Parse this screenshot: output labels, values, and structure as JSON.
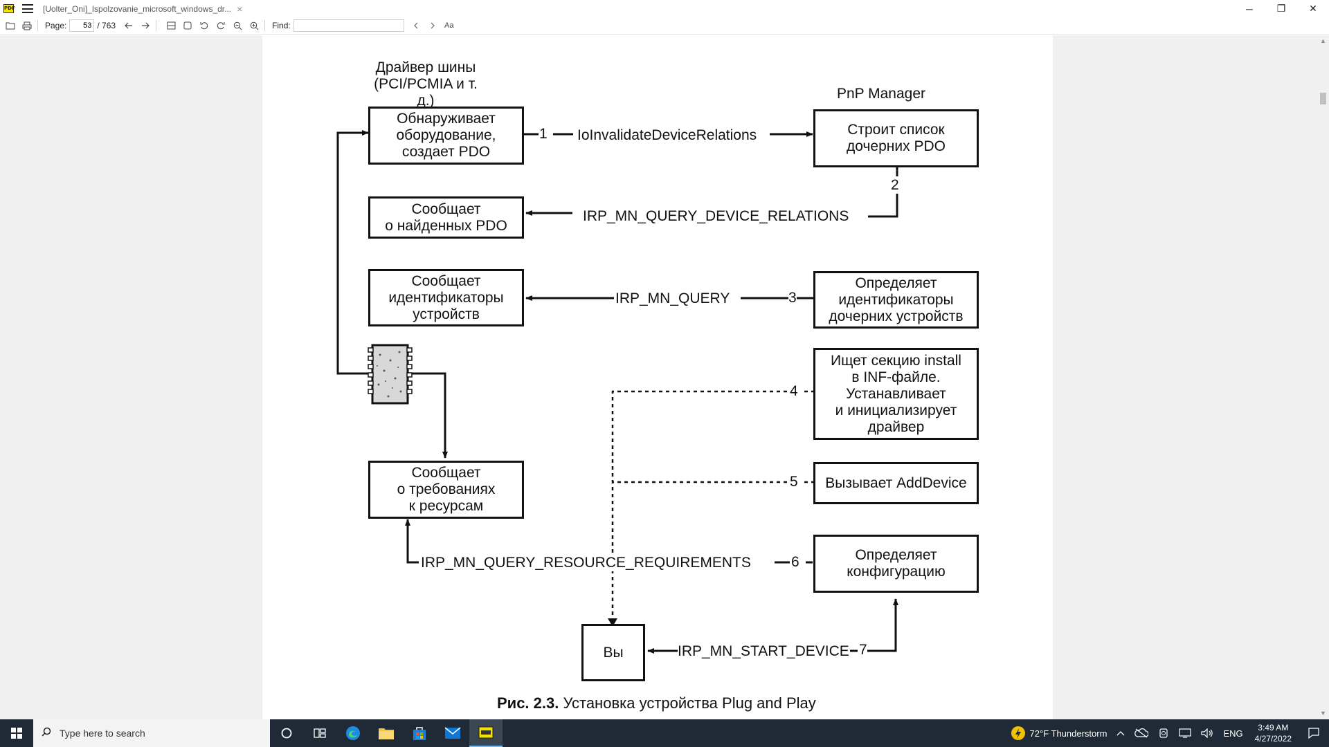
{
  "titlebar": {
    "app_icon": "PDF",
    "tab_title": "[Uolter_Oni]_Ispolzovanie_microsoft_windows_dr...",
    "tab_close": "×",
    "minimize": "─",
    "restore": "❐",
    "close": "✕"
  },
  "toolbar": {
    "page_label": "Page:",
    "page_value": "53",
    "page_total": "/ 763",
    "find_label": "Find:",
    "find_value": "",
    "match_case": "Aa"
  },
  "figure": {
    "bus_driver_header": "Драйвер шины\n(PCI/PCMIA и т. д.)",
    "pnp_header": "PnP Manager",
    "box_detect": "Обнаруживает\nоборудование,\nсоздает PDO",
    "box_report_pdo": "Сообщает\nо найденных PDO",
    "box_report_ids": "Сообщает\nидентификаторы\nустройств",
    "box_report_res": "Сообщает\nо требованиях\nк ресурсам",
    "box_build_list": "Строит список\nдочерних PDO",
    "box_define_ids": "Определяет\nидентификаторы\nдочерних устройств",
    "box_inf": "Ищет секцию install\nв INF-файле.\nУстанавливает\nи инициализирует\nдрайвер",
    "box_adddevice": "Вызывает AddDevice",
    "box_config": "Определяет\nконфигурацию",
    "box_you": "Вы",
    "step1": "1",
    "step1_label": "IoInvalidateDeviceRelations",
    "step2": "2",
    "step2_label": "IRP_MN_QUERY_DEVICE_RELATIONS",
    "step3": "3",
    "step3_label": "IRP_MN_QUERY",
    "step4": "4",
    "step5": "5",
    "step6": "6",
    "step6_label": "IRP_MN_QUERY_RESOURCE_REQUIREMENTS",
    "step7": "7",
    "step7_label": "IRP_MN_START_DEVICE",
    "caption_num": "Рис. 2.3.",
    "caption_text": "Установка устройства Plug and Play"
  },
  "taskbar": {
    "search_placeholder": "Type here to search",
    "weather": "72°F  Thunderstorm",
    "language": "ENG",
    "time": "3:49 AM",
    "date": "4/27/2022"
  }
}
